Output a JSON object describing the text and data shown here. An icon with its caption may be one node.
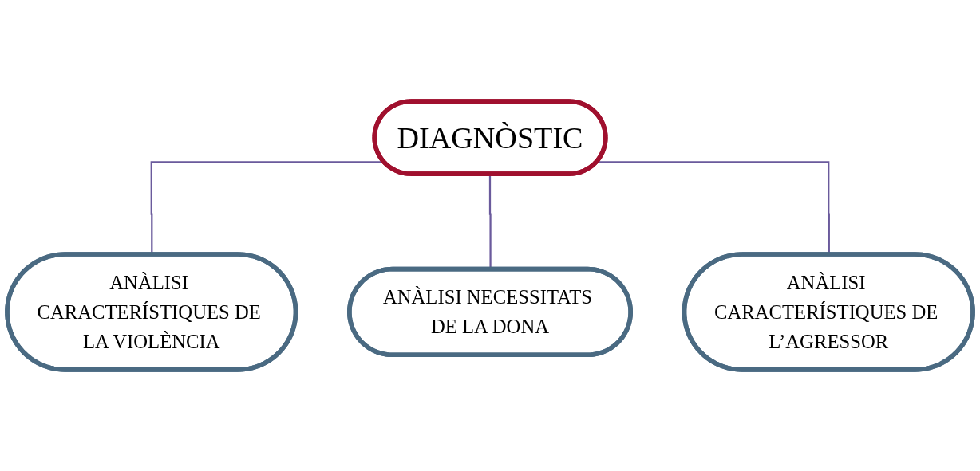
{
  "diagram": {
    "nodes": [
      {
        "text": [
          "DIAGNÒSTIC"
        ]
      },
      {
        "text": [
          "ANÀLISI CARACTERÍSTIQUES DE LA VIOLÈNCIA"
        ]
      },
      {
        "text": [
          "ANÀLISI NECESSITATS DE LA DONA"
        ]
      },
      {
        "text": [
          "ANÀLISI CARACTERÍSTIQUES DE L’AGRESSOR"
        ]
      }
    ],
    "edges": [
      {
        "from": 0,
        "to": 1,
        "arrow": "none"
      },
      {
        "from": 0,
        "to": 2,
        "arrow": "none"
      },
      {
        "from": 0,
        "to": 3,
        "arrow": "none"
      }
    ]
  }
}
